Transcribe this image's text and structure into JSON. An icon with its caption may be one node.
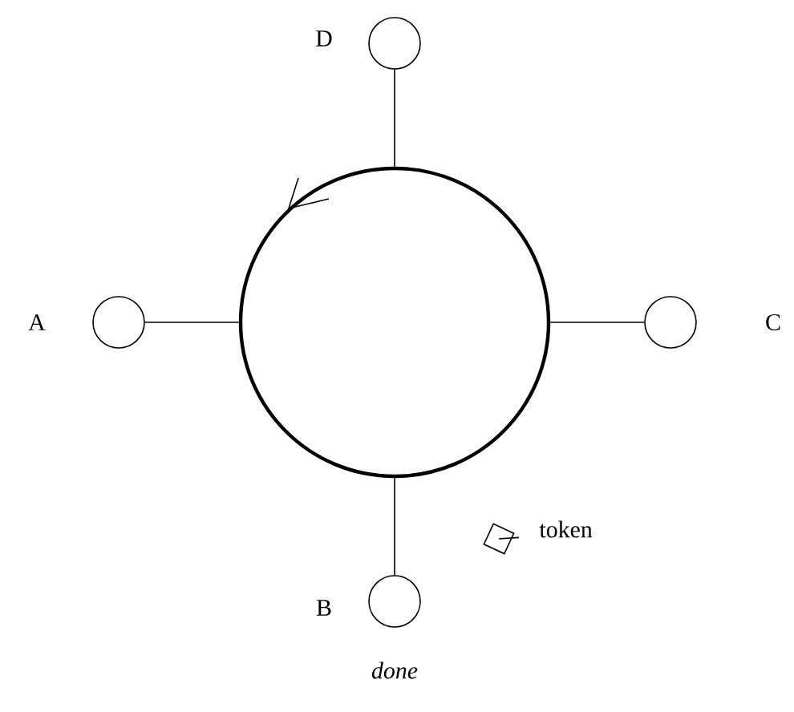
{
  "diagram": {
    "nodes": [
      {
        "text": [],
        "shape": "circle",
        "beside": [
          "D"
        ]
      },
      {
        "text": [],
        "shape": "circle"
      },
      {
        "text": [],
        "shape": "circle",
        "beside": [
          "A"
        ]
      },
      {
        "text": [],
        "shape": "circle",
        "beside": [
          "C"
        ]
      },
      {
        "text": [],
        "shape": "circle",
        "beside": [
          "B",
          "done"
        ]
      }
    ],
    "edges": [
      {
        "from": 1,
        "to": 0,
        "arrow": "none"
      },
      {
        "from": 2,
        "to": 1,
        "arrow": "none"
      },
      {
        "from": 1,
        "to": 3,
        "arrow": "none"
      },
      {
        "from": 1,
        "to": 4,
        "arrow": "none"
      }
    ],
    "labels": [
      "token"
    ]
  }
}
